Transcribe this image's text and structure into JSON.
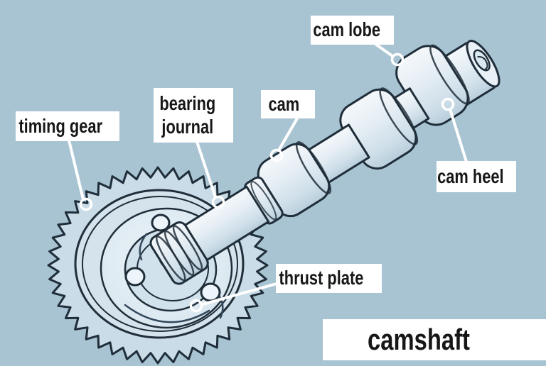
{
  "title": {
    "text": "camshaft"
  },
  "labels": {
    "timing_gear": "timing gear",
    "bearing_journal": "bearing journal",
    "cam": "cam",
    "cam_lobe": "cam lobe",
    "cam_heel": "cam heel",
    "thrust_plate": "thrust plate"
  },
  "diagram": {
    "subject": "camshaft",
    "type": "labeled technical illustration"
  },
  "colors": {
    "background": "#a8c4d3",
    "label_background": "#ffffff",
    "label_text": "#171717",
    "leader_line": "#ffffff",
    "outline": "#202e3a",
    "part_fill_light": "#edf3f8",
    "part_fill_shade": "#c2d6e2"
  }
}
